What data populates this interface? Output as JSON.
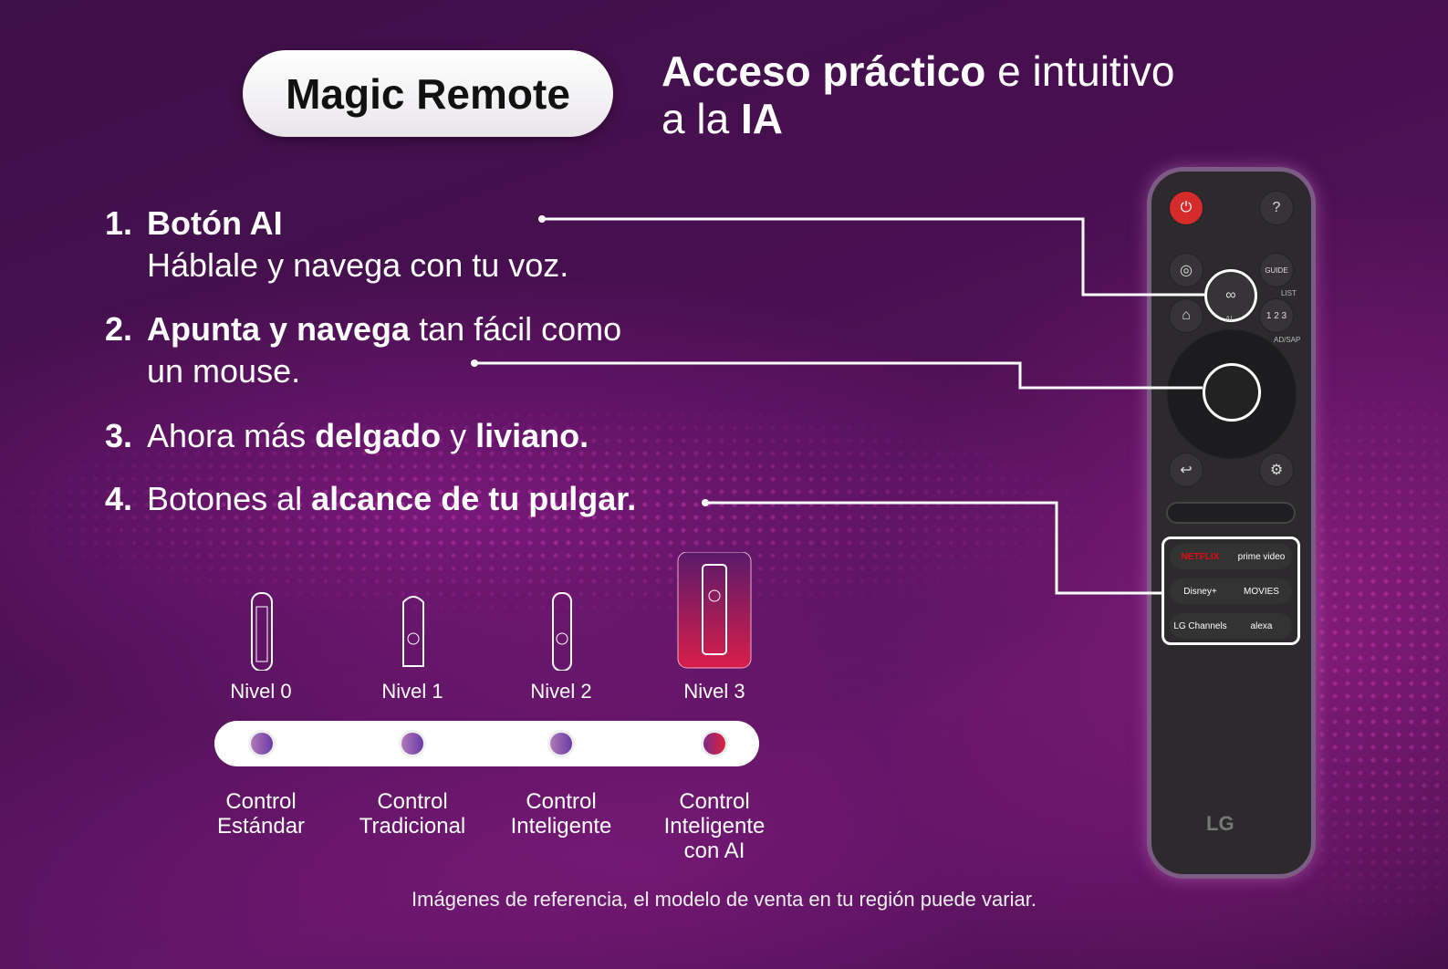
{
  "title_pill": "Magic Remote",
  "heading": {
    "bold1": "Acceso práctico",
    "rest1": " e intuitivo",
    "line2a": "a la ",
    "bold2": "IA"
  },
  "features": [
    {
      "num": "1.",
      "bold": "Botón AI",
      "line2": "Háblale y navega con tu voz."
    },
    {
      "num": "2.",
      "bold": "Apunta y navega",
      "rest": " tan fácil como",
      "line2": "un mouse."
    },
    {
      "num": "3.",
      "pre": "Ahora más ",
      "bold": "delgado",
      "mid": " y ",
      "bold2": "liviano."
    },
    {
      "num": "4.",
      "pre": "Botones al ",
      "bold": "alcance de tu pulgar."
    }
  ],
  "levels": [
    {
      "label": "Nivel 0",
      "control": [
        "Control",
        "Estándar"
      ]
    },
    {
      "label": "Nivel 1",
      "control": [
        "Control",
        "Tradicional"
      ]
    },
    {
      "label": "Nivel 2",
      "control": [
        "Control",
        "Inteligente"
      ]
    },
    {
      "label": "Nivel 3",
      "control": [
        "Control",
        "Inteligente",
        "con AI"
      ],
      "highlighted": true
    }
  ],
  "footnote": "Imágenes de referencia, el modelo de venta en tu región puede variar.",
  "remote": {
    "ai_label": "AI",
    "guide": "GUIDE",
    "list": "LIST",
    "num": "1 2 3",
    "adsap": "AD/SAP",
    "services": [
      [
        "NETFLIX",
        "prime video"
      ],
      [
        "Disney+",
        "MOVIES"
      ],
      [
        "LG Channels",
        "alexa"
      ]
    ],
    "brand": "LG"
  },
  "colors": {
    "accent": "#e0203a",
    "background": "#4a0f52"
  }
}
